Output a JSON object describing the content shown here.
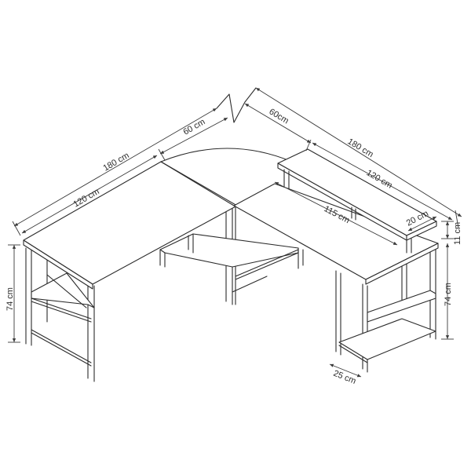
{
  "dimensions": {
    "left_total_length": "180 cm",
    "left_desk_length": "120 cm",
    "left_corner_depth": "60 cm",
    "right_corner_depth": "60cm",
    "right_total_length": "180 cm",
    "right_desk_length": "120 cm",
    "shelf_length": "115 cm",
    "shelf_depth": "20 cm",
    "shelf_height": "11 cm",
    "left_height": "74 cm",
    "right_height": "74 cm",
    "leg_depth": "25 cm"
  },
  "colors": {
    "line": "#2b2b2b",
    "background": "#ffffff"
  }
}
